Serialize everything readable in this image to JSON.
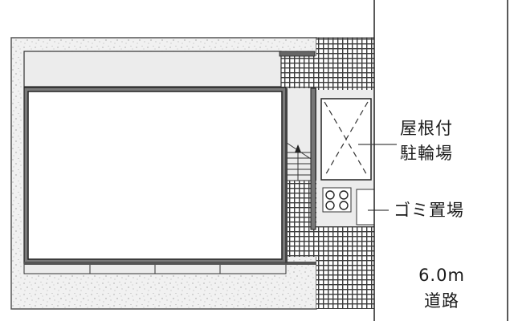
{
  "plan": {
    "type": "site-floor-plan",
    "labels": {
      "bicycle_parking_line1": "屋根付",
      "bicycle_parking_line2": "駐輪場",
      "garbage": "ゴミ置場",
      "road_width": "6.0m",
      "road": "道路"
    },
    "colors": {
      "background": "#ffffff",
      "gravel_fill": "#f1f1f1",
      "gravel_dot": "#8a8a8a",
      "tile_line": "#3a3a3a",
      "wall_dark": "#2a2a2a",
      "wall_mid": "#7a7a7a",
      "light_fill": "#ececec",
      "text": "#1a1a1a"
    }
  }
}
